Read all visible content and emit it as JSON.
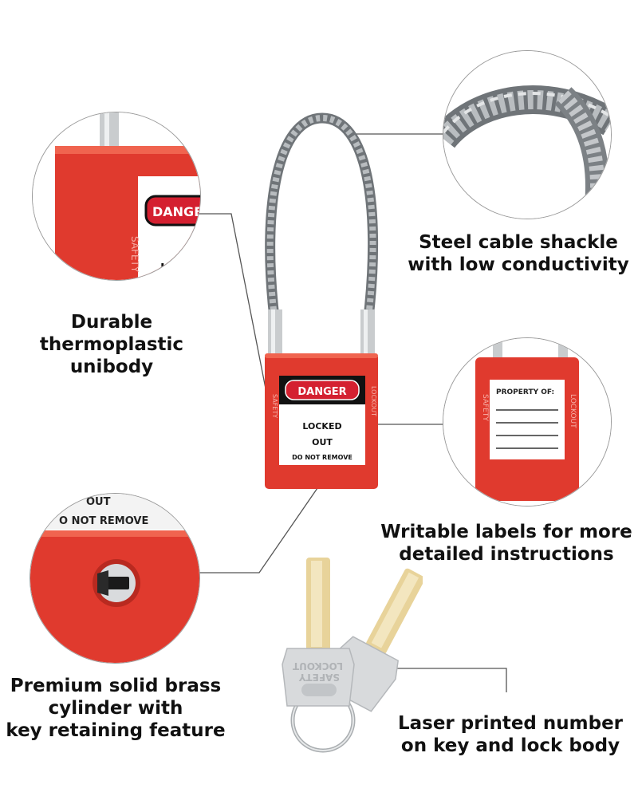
{
  "colors": {
    "lock_red": "#e03a2e",
    "lock_red_dark": "#b82a20",
    "danger_red": "#d42030",
    "cable_grey": "#8f9498",
    "key_silver": "#d8dadc",
    "key_brass": "#e8d39a",
    "leader_line": "#555555"
  },
  "lock": {
    "danger_label": "DANGER",
    "locked_line1": "LOCKED",
    "locked_line2": "OUT",
    "do_not_remove": "DO NOT REMOVE",
    "side_left": "SAFETY",
    "side_right": "LOCKOUT"
  },
  "zoom_label": {
    "property_of": "PROPERTY OF:",
    "side_left": "SAFETY",
    "side_right": "LOCKOUT"
  },
  "zoom_body": {
    "danger_label": "DANGER",
    "locked_partial": "LOCKE",
    "side_text": "SAFETY"
  },
  "zoom_keyhole": {
    "do_not_remove_partial": "O NOT REMOVE",
    "top_partial": "OUT"
  },
  "keys": {
    "key_text_1": "LOCKOUT",
    "key_text_2": "SAFETY"
  },
  "captions": {
    "thermoplastic": [
      "Durable",
      "thermoplastic",
      "unibody"
    ],
    "cable": [
      "Steel cable shackle",
      "with low conductivity"
    ],
    "writable": [
      "Writable labels for more",
      "detailed instructions"
    ],
    "brass": [
      "Premium solid brass",
      "cylinder with",
      "key retaining feature"
    ],
    "laser": [
      "Laser printed number",
      "on key and lock body"
    ]
  }
}
